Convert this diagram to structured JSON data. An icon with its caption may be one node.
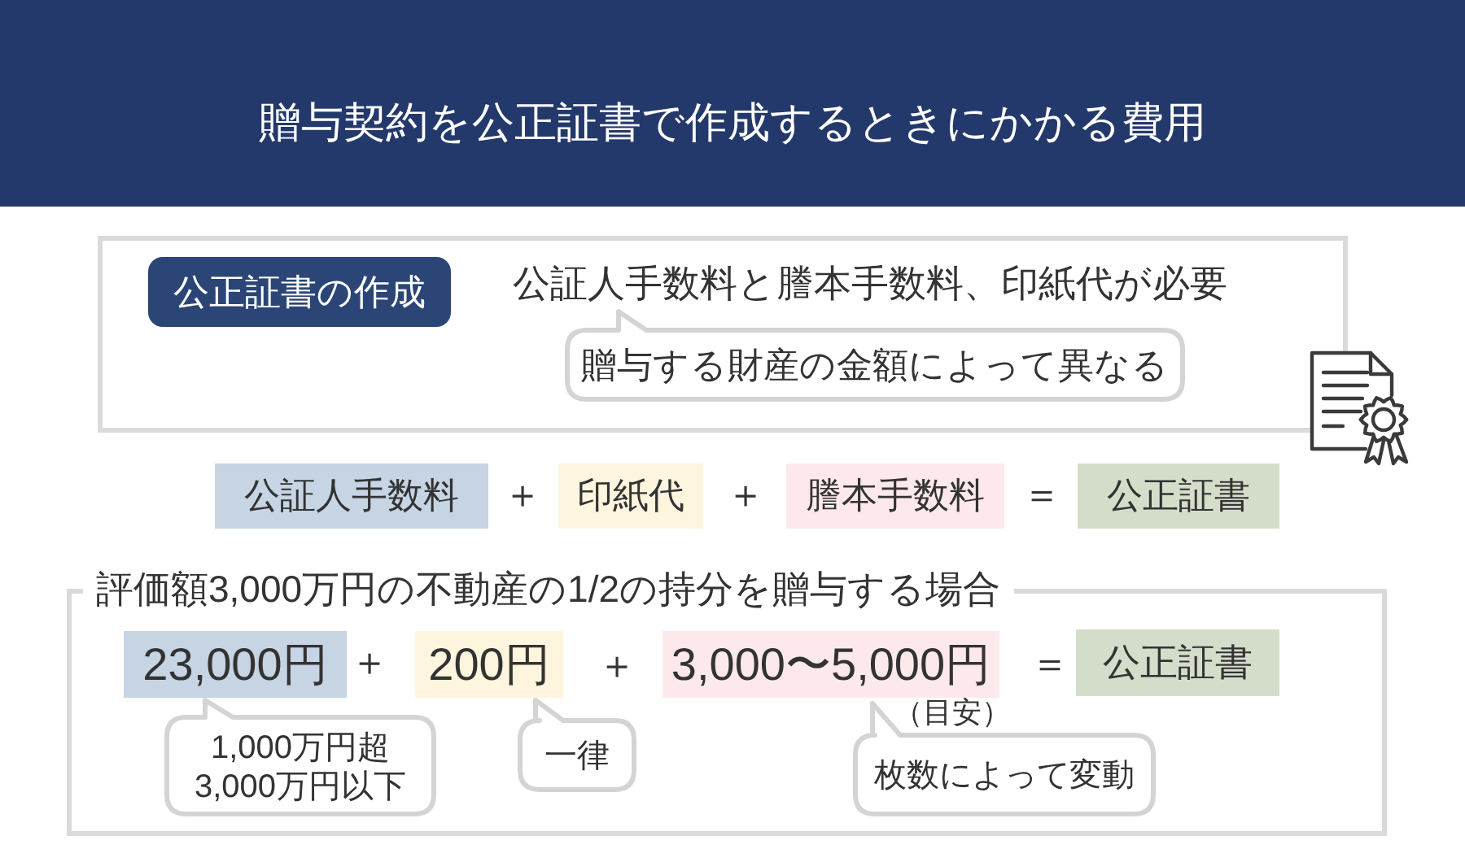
{
  "diagram": {
    "title": "贈与契約を公正証書で作成するときにかかる費用",
    "nodes": [
      {
        "text": [
          "公証人手数料と謄本手数料、印紙代が必要"
        ]
      },
      {
        "text": [
          "公正証書の作成"
        ],
        "in": 0
      },
      {
        "text": [
          "贈与する財産の金額によって異なる"
        ],
        "in": 0
      },
      {
        "text": [
          "公証人手数料"
        ]
      },
      {
        "text": [
          "印紙代"
        ]
      },
      {
        "text": [
          "謄本手数料"
        ]
      },
      {
        "text": [
          "公正証書"
        ]
      },
      {
        "text": [
          "評価額3,000万円の不動産の1/2の持分を贈与する場合"
        ]
      },
      {
        "text": [
          "23,000円"
        ],
        "in": 7
      },
      {
        "text": [
          "200円"
        ],
        "in": 7
      },
      {
        "text": [
          "3,000〜5,000円"
        ],
        "in": 7,
        "beside": [
          "（目安）"
        ]
      },
      {
        "text": [
          "公正証書"
        ],
        "in": 7
      },
      {
        "text": [
          "1,000万円超3,000万円以下"
        ],
        "in": 7
      },
      {
        "text": [
          "一律"
        ],
        "in": 7
      },
      {
        "text": [
          "枚数によって変動"
        ],
        "in": 7
      }
    ],
    "labels": [
      "＋",
      "＋",
      "＝",
      "＋",
      "＋",
      "＝"
    ]
  }
}
